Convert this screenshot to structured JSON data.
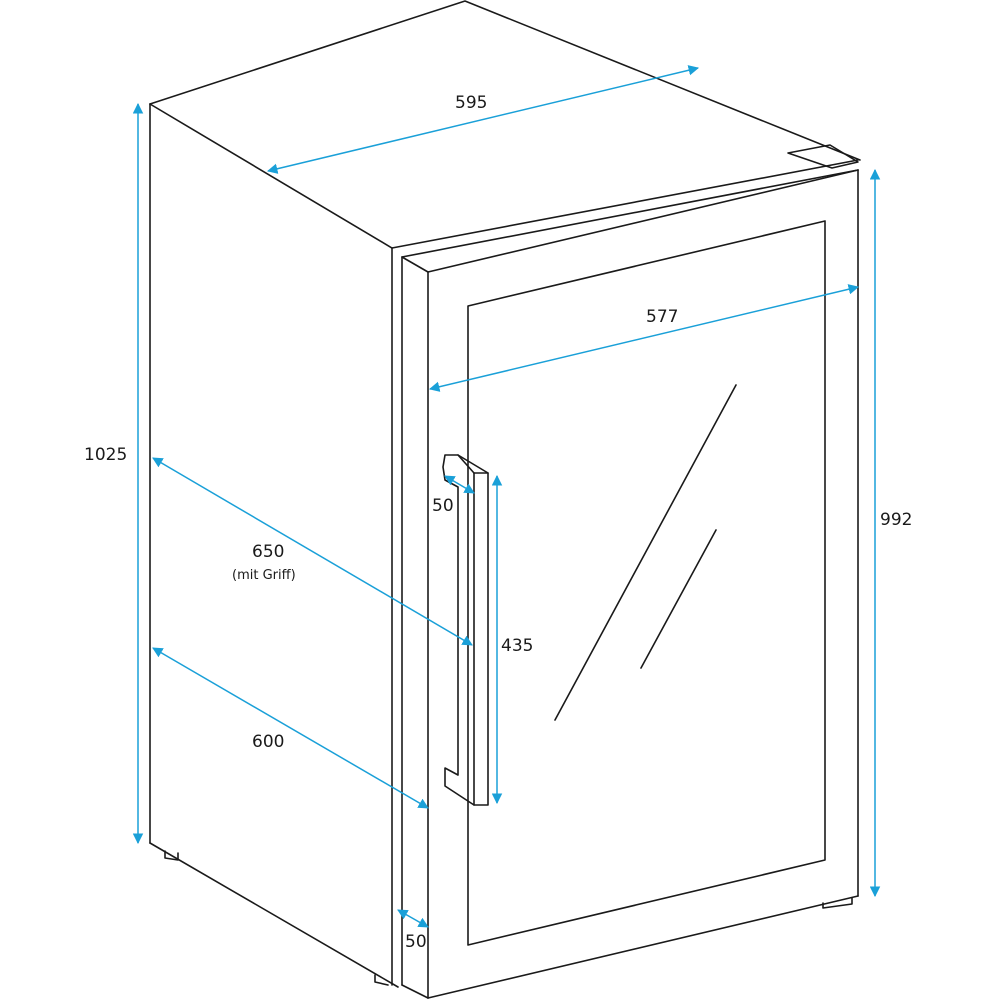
{
  "diagram": {
    "type": "technical dimension drawing",
    "subject": "wine cooler / refrigerator with glass door, isometric view",
    "units": "mm",
    "dimension_color": "#1aa0d8",
    "outline_color": "#1a1a1a",
    "dimensions": {
      "top_width": {
        "value": "595"
      },
      "door_width": {
        "value": "577"
      },
      "total_height": {
        "value": "1025"
      },
      "cabinet_height": {
        "value": "992"
      },
      "depth_with_handle": {
        "value": "650",
        "note": "(mit Griff)"
      },
      "depth": {
        "value": "600"
      },
      "handle_depth": {
        "value": "50"
      },
      "handle_length": {
        "value": "435"
      },
      "door_thickness": {
        "value": "50"
      }
    }
  }
}
